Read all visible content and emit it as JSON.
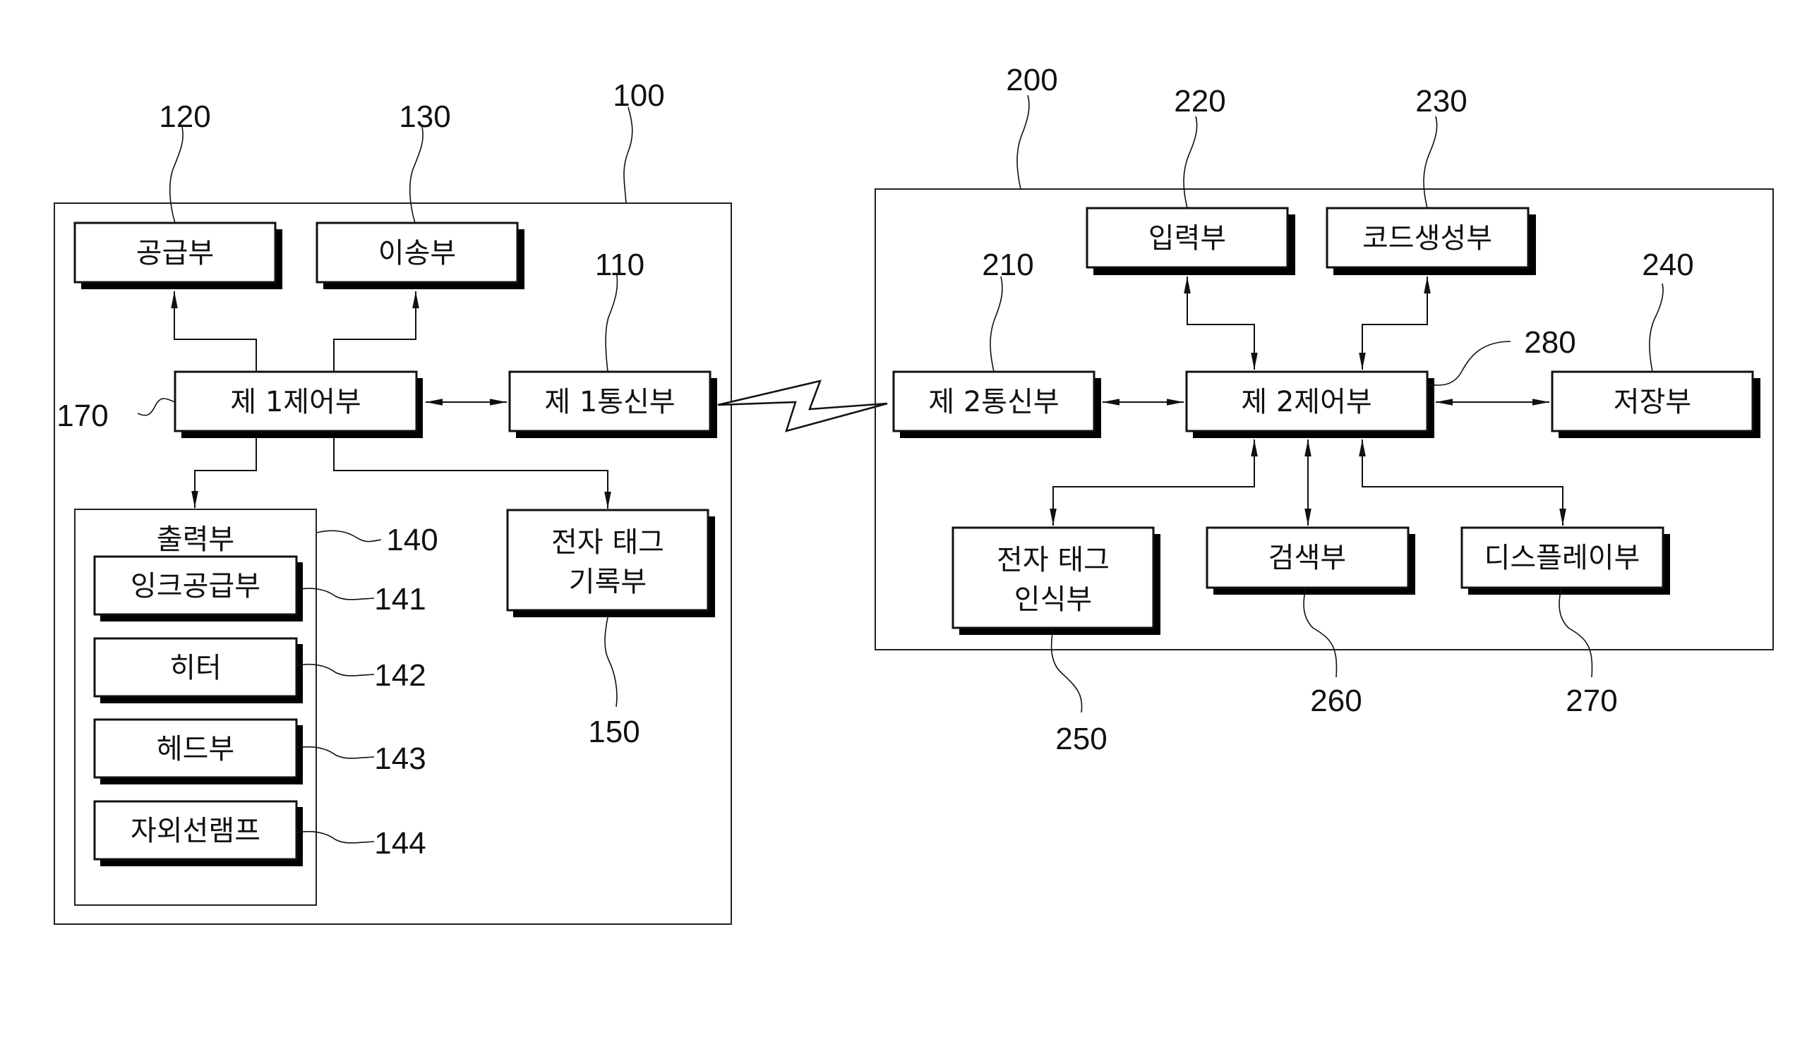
{
  "diagram": {
    "type": "block-diagram",
    "systems": [
      {
        "id": "system-100",
        "ref": "100",
        "blocks": [
          {
            "id": "supply",
            "ref": "120",
            "label": "공급부"
          },
          {
            "id": "transfer",
            "ref": "130",
            "label": "이송부"
          },
          {
            "id": "controller1",
            "ref": "170",
            "label": "제 1제어부"
          },
          {
            "id": "comm1",
            "ref": "110",
            "label": "제 1통신부"
          },
          {
            "id": "output",
            "ref": "140",
            "label": "출력부",
            "children": [
              {
                "id": "ink-supply",
                "ref": "141",
                "label": "잉크공급부"
              },
              {
                "id": "heater",
                "ref": "142",
                "label": "히터"
              },
              {
                "id": "head",
                "ref": "143",
                "label": "헤드부"
              },
              {
                "id": "uv-lamp",
                "ref": "144",
                "label": "자외선램프"
              }
            ]
          },
          {
            "id": "tag-writer",
            "ref": "150",
            "label_lines": [
              "전자 태그",
              "기록부"
            ]
          }
        ]
      },
      {
        "id": "system-200",
        "ref": "200",
        "blocks": [
          {
            "id": "comm2",
            "ref": "210",
            "label": "제 2통신부"
          },
          {
            "id": "input",
            "ref": "220",
            "label": "입력부"
          },
          {
            "id": "code-gen",
            "ref": "230",
            "label": "코드생성부"
          },
          {
            "id": "storage",
            "ref": "240",
            "label": "저장부"
          },
          {
            "id": "tag-reader",
            "ref": "250",
            "label_lines": [
              "전자 태그",
              "인식부"
            ]
          },
          {
            "id": "search",
            "ref": "260",
            "label": "검색부"
          },
          {
            "id": "display",
            "ref": "270",
            "label": "디스플레이부"
          },
          {
            "id": "controller2",
            "ref": "280",
            "label": "제 2제어부"
          }
        ]
      }
    ],
    "connections": [
      {
        "from": "controller1",
        "to": "supply",
        "arrow": "to"
      },
      {
        "from": "controller1",
        "to": "transfer",
        "arrow": "to"
      },
      {
        "from": "controller1",
        "to": "comm1",
        "arrow": "both"
      },
      {
        "from": "controller1",
        "to": "output",
        "arrow": "to"
      },
      {
        "from": "controller1",
        "to": "tag-writer",
        "arrow": "to"
      },
      {
        "from": "comm1",
        "to": "comm2",
        "arrow": "wireless"
      },
      {
        "from": "comm2",
        "to": "controller2",
        "arrow": "both"
      },
      {
        "from": "input",
        "to": "controller2",
        "arrow": "both"
      },
      {
        "from": "code-gen",
        "to": "controller2",
        "arrow": "both"
      },
      {
        "from": "controller2",
        "to": "storage",
        "arrow": "both"
      },
      {
        "from": "controller2",
        "to": "tag-reader",
        "arrow": "both"
      },
      {
        "from": "controller2",
        "to": "search",
        "arrow": "both"
      },
      {
        "from": "controller2",
        "to": "display",
        "arrow": "both"
      }
    ]
  },
  "labels": {
    "r100": "100",
    "r110": "110",
    "r120": "120",
    "r130": "130",
    "r140": "140",
    "r141": "141",
    "r142": "142",
    "r143": "143",
    "r144": "144",
    "r150": "150",
    "r170": "170",
    "r200": "200",
    "r210": "210",
    "r220": "220",
    "r230": "230",
    "r240": "240",
    "r250": "250",
    "r260": "260",
    "r270": "270",
    "r280": "280",
    "supply": "공급부",
    "transfer": "이송부",
    "controller1": "제 1제어부",
    "comm1": "제 1통신부",
    "output": "출력부",
    "ink_supply": "잉크공급부",
    "heater": "히터",
    "head": "헤드부",
    "uv_lamp": "자외선램프",
    "tag_writer_1": "전자 태그",
    "tag_writer_2": "기록부",
    "comm2": "제 2통신부",
    "controller2": "제 2제어부",
    "input": "입력부",
    "code_gen": "코드생성부",
    "storage": "저장부",
    "tag_reader_1": "전자 태그",
    "tag_reader_2": "인식부",
    "search": "검색부",
    "display": "디스플레이부"
  }
}
